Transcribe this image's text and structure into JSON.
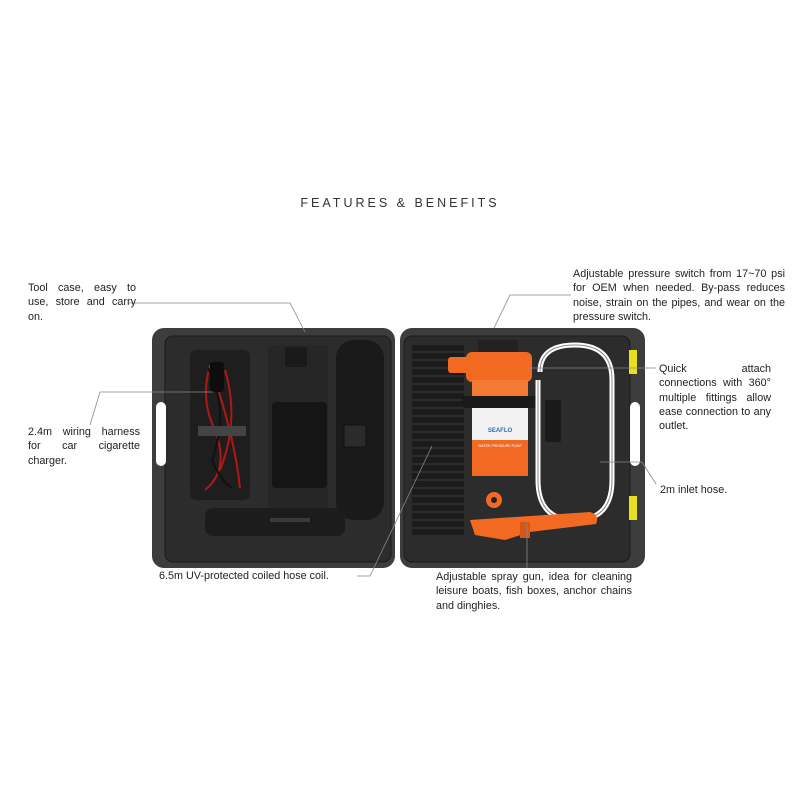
{
  "title": "FEATURES & BENEFITS",
  "product": {
    "brand": "SEAFLO",
    "label": "WATER PRESSURE PUMP"
  },
  "callouts": {
    "tool_case": "Tool case, easy to use, store and carry on.",
    "wiring": "2.4m wiring harness for car cigarette charger.",
    "pressure_switch": "Adjustable pressure switch from 17~70 psi for OEM when needed. By-pass reduces noise, strain on the pipes, and wear on the pressure switch.",
    "quick_attach": "Quick attach connections with 360° multiple fittings allow ease connection to any outlet.",
    "inlet_hose": "2m inlet hose.",
    "coiled_hose": "6.5m UV-protected coiled hose coil.",
    "spray_gun": "Adjustable spray gun, idea for cleaning leisure boats, fish boxes, anchor chains and dinghies."
  },
  "colors": {
    "case": "#3a3a3a",
    "pump_orange": "#f26a21",
    "latch": "#e8e020"
  }
}
